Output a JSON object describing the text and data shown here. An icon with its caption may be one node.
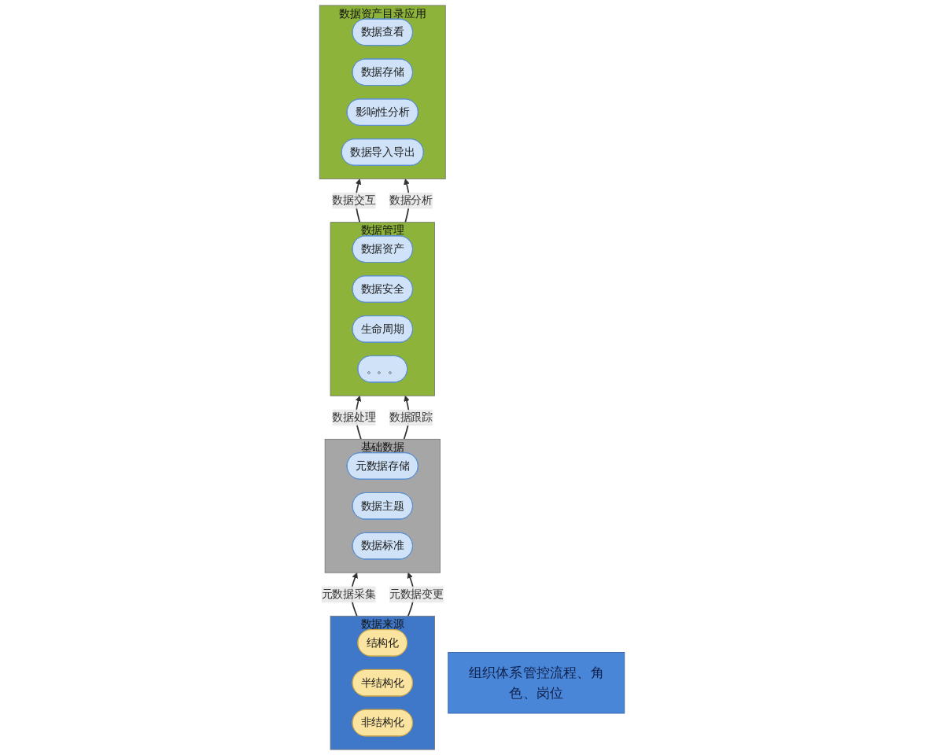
{
  "diagram": {
    "nodes": [
      {
        "text": [
          "数据资产目录应用"
        ]
      },
      {
        "text": [
          "数据查看"
        ],
        "in": 0
      },
      {
        "text": [
          "数据存储"
        ],
        "in": 0
      },
      {
        "text": [
          "影响性分析"
        ],
        "in": 0
      },
      {
        "text": [
          "数据导入导出"
        ],
        "in": 0
      },
      {
        "text": [
          "数据管理"
        ]
      },
      {
        "text": [
          "数据资产"
        ],
        "in": 5
      },
      {
        "text": [
          "数据安全"
        ],
        "in": 5
      },
      {
        "text": [
          "生命周期"
        ],
        "in": 5
      },
      {
        "text": [
          "。。。"
        ],
        "in": 5
      },
      {
        "text": [
          "基础数据"
        ]
      },
      {
        "text": [
          "元数据存储"
        ],
        "in": 10
      },
      {
        "text": [
          "数据主题"
        ],
        "in": 10
      },
      {
        "text": [
          "数据标准"
        ],
        "in": 10
      },
      {
        "text": [
          "数据来源"
        ]
      },
      {
        "text": [
          "结构化"
        ],
        "in": 14
      },
      {
        "text": [
          "半结构化"
        ],
        "in": 14
      },
      {
        "text": [
          "非结构化"
        ],
        "in": 14
      },
      {
        "text": [
          "组织体系管控流程、角色、岗位"
        ]
      }
    ],
    "edges": [
      {
        "from": 5,
        "to": 0,
        "arrow": "to",
        "label": "数据交互"
      },
      {
        "from": 5,
        "to": 0,
        "arrow": "to",
        "label": "数据分析"
      },
      {
        "from": 10,
        "to": 5,
        "arrow": "to",
        "label": "数据处理"
      },
      {
        "from": 10,
        "to": 5,
        "arrow": "to",
        "label": "数据跟踪"
      },
      {
        "from": 14,
        "to": 10,
        "arrow": "to",
        "label": "元数据采集"
      },
      {
        "from": 14,
        "to": 10,
        "arrow": "to",
        "label": "元数据变更"
      }
    ]
  }
}
